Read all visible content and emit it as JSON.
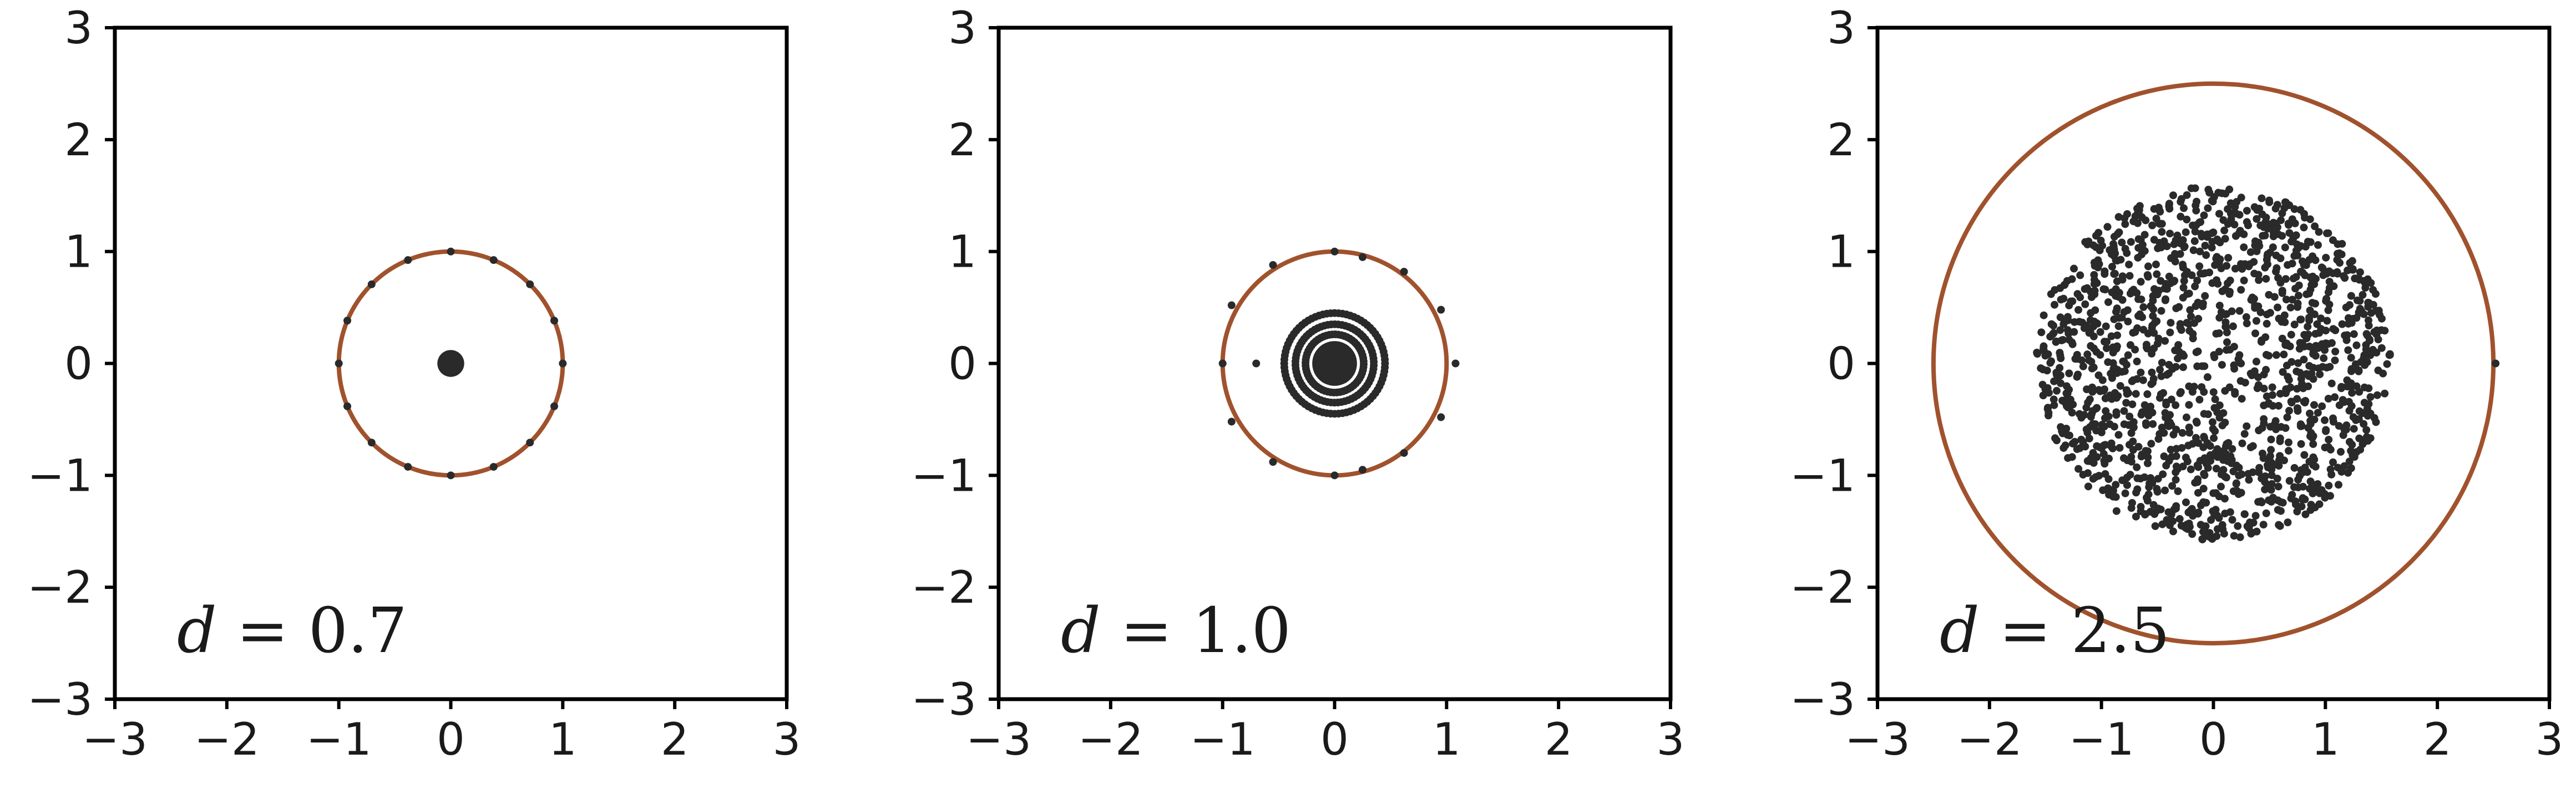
{
  "style": {
    "circle_color": "#a0522d",
    "point_color": "#2a2a2a",
    "axis_color": "#000000"
  },
  "chart_data": [
    {
      "type": "scatter",
      "annotation": {
        "var": "d",
        "eq": " = ",
        "val": "0.7"
      },
      "xlim": [
        -3,
        3
      ],
      "ylim": [
        -3,
        3
      ],
      "xticks": [
        "−3",
        "−2",
        "−1",
        "0",
        "1",
        "2",
        "3"
      ],
      "yticks": [
        "3",
        "2",
        "1",
        "0",
        "−1",
        "−2",
        "−3"
      ],
      "grid": false,
      "circle": {
        "cx": 0,
        "cy": 0,
        "r": 1.0
      },
      "point_sets": [
        {
          "kind": "ring",
          "count": 16,
          "r": 1.0,
          "offset": 0
        },
        {
          "kind": "blob",
          "r": 0.12,
          "cx": 0,
          "cy": 0
        }
      ]
    },
    {
      "type": "scatter",
      "annotation": {
        "var": "d",
        "eq": " = ",
        "val": "1.0"
      },
      "xlim": [
        -3,
        3
      ],
      "ylim": [
        -3,
        3
      ],
      "xticks": [
        "−3",
        "−2",
        "−1",
        "0",
        "1",
        "2",
        "3"
      ],
      "yticks": [
        "3",
        "2",
        "1",
        "0",
        "−1",
        "−2",
        "−3"
      ],
      "grid": false,
      "circle": {
        "cx": 0,
        "cy": 0,
        "r": 1.0
      },
      "point_sets": [
        {
          "kind": "points",
          "xy": [
            [
              0,
              1.0
            ],
            [
              -0.55,
              0.88
            ],
            [
              0.25,
              0.95
            ],
            [
              0.62,
              0.82
            ],
            [
              0.95,
              0.48
            ],
            [
              -0.92,
              0.52
            ],
            [
              1.08,
              0.0
            ],
            [
              -1.0,
              0.0
            ],
            [
              -0.7,
              0.0
            ],
            [
              -0.92,
              -0.52
            ],
            [
              0.95,
              -0.48
            ],
            [
              -0.55,
              -0.88
            ],
            [
              0.25,
              -0.95
            ],
            [
              0.62,
              -0.8
            ],
            [
              0,
              -1.0
            ]
          ]
        },
        {
          "kind": "ring",
          "count": 80,
          "r": 0.45,
          "offset": 0
        },
        {
          "kind": "ring",
          "count": 70,
          "r": 0.35,
          "offset": 0.04
        },
        {
          "kind": "ring",
          "count": 60,
          "r": 0.26,
          "offset": 0.08
        },
        {
          "kind": "blob",
          "r": 0.2,
          "cx": 0,
          "cy": 0
        }
      ]
    },
    {
      "type": "scatter",
      "annotation": {
        "var": "d",
        "eq": " = ",
        "val": "2.5"
      },
      "xlim": [
        -3,
        3
      ],
      "ylim": [
        -3,
        3
      ],
      "xticks": [
        "−3",
        "−2",
        "−1",
        "0",
        "1",
        "2",
        "3"
      ],
      "yticks": [
        "3",
        "2",
        "1",
        "0",
        "−1",
        "−2",
        "−3"
      ],
      "grid": false,
      "circle": {
        "cx": 0,
        "cy": 0,
        "r": 2.5
      },
      "point_sets": [
        {
          "kind": "disk",
          "count": 1500,
          "r": 1.58,
          "seed": 7
        },
        {
          "kind": "points",
          "xy": [
            [
              2.52,
              0.0
            ]
          ]
        }
      ]
    }
  ]
}
